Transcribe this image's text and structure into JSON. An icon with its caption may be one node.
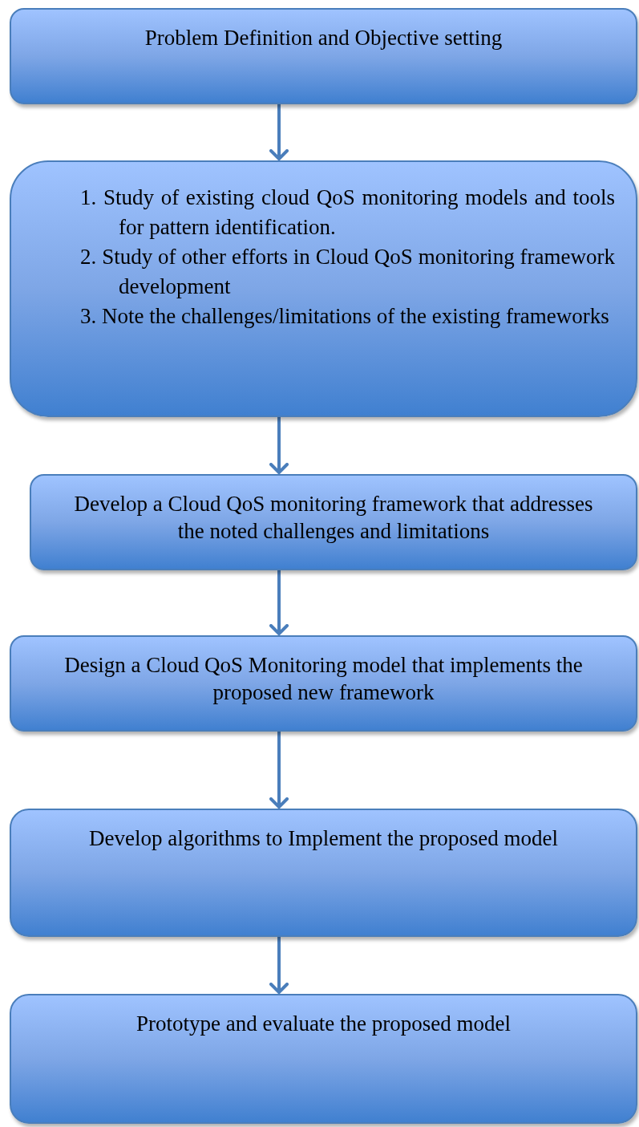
{
  "diagram": {
    "nodes": [
      {
        "text": [
          "Problem Definition and Objective setting"
        ]
      },
      {
        "text": [
          "1. Study of existing cloud QoS monitoring models and tools for pattern identification.",
          "2. Study of other efforts in Cloud QoS monitoring framework development",
          "3. Note the challenges/limitations of the existing frameworks"
        ]
      },
      {
        "text": [
          "Develop a Cloud QoS monitoring framework that addresses the noted challenges and limitations"
        ]
      },
      {
        "text": [
          "Design a Cloud QoS Monitoring model that implements the proposed new framework"
        ]
      },
      {
        "text": [
          "Develop algorithms to Implement the proposed model"
        ]
      },
      {
        "text": [
          "Prototype and evaluate the proposed model"
        ]
      }
    ],
    "edges": [
      {
        "from": 0,
        "to": 1,
        "arrow": "to"
      },
      {
        "from": 1,
        "to": 2,
        "arrow": "to"
      },
      {
        "from": 2,
        "to": 3,
        "arrow": "to"
      },
      {
        "from": 3,
        "to": 4,
        "arrow": "to"
      },
      {
        "from": 4,
        "to": 5,
        "arrow": "to"
      }
    ]
  }
}
